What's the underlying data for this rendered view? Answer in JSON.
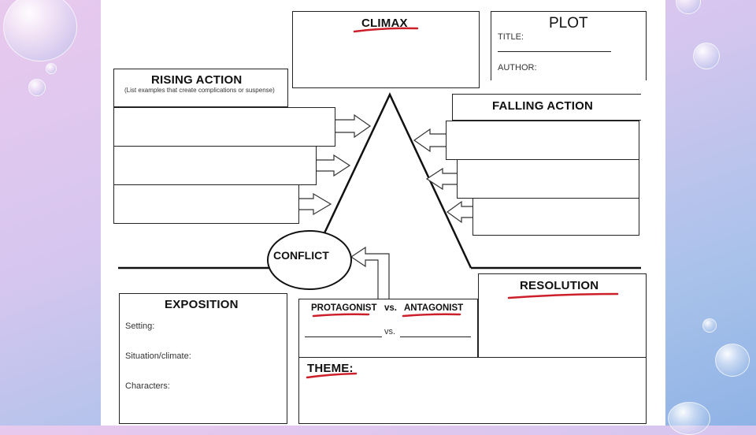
{
  "plot_label": "PLOT",
  "title_label": "TITLE:",
  "author_label": "AUTHOR:",
  "climax": "CLIMAX",
  "rising_action": {
    "heading": "RISING ACTION",
    "note": "(List examples that create complications or suspense)"
  },
  "falling_action": "FALLING ACTION",
  "conflict": "CONFLICT",
  "resolution": "RESOLUTION",
  "exposition": {
    "heading": "EXPOSITION",
    "fields": [
      "Setting:",
      "Situation/climate:",
      "Characters:"
    ]
  },
  "protagonist": "PROTAGONIST",
  "versus_label": "vs.",
  "antagonist": "ANTAGONIST",
  "vs_line_label": "vs.",
  "theme": "THEME:",
  "colors": {
    "underline": "#cc1f2a",
    "ink": "#111111"
  }
}
